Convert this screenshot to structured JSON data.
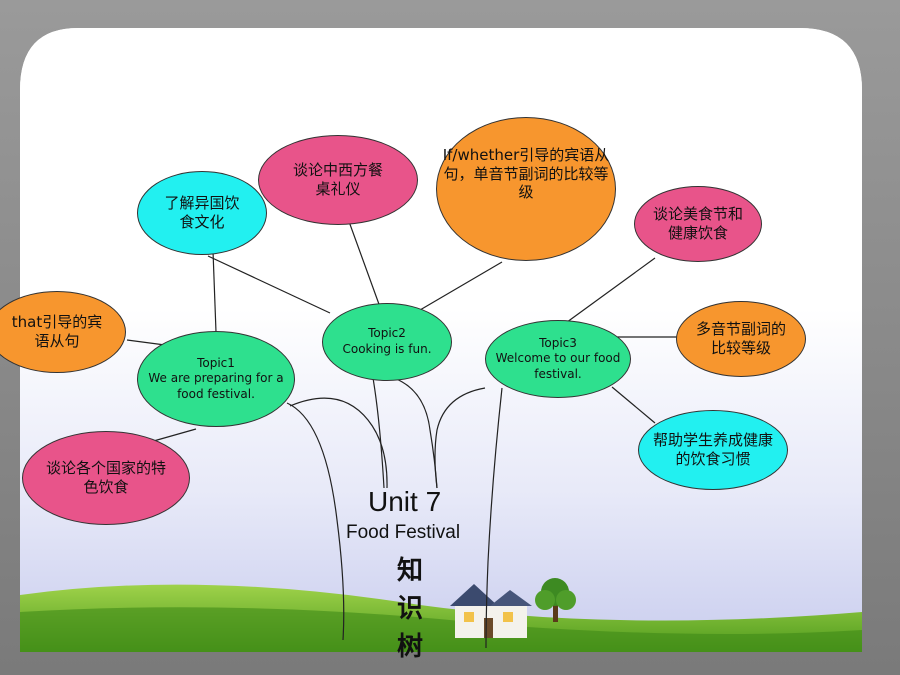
{
  "center": {
    "title": "Unit 7",
    "subtitle": "Food Festival",
    "vertical_chars": [
      "知",
      "识",
      "树"
    ]
  },
  "topics": {
    "topic1": {
      "label": "Topic1",
      "text": "We are preparing for a food festival."
    },
    "topic2": {
      "label": "Topic2",
      "text": "Cooking is fun."
    },
    "topic3": {
      "label": "Topic3",
      "text": "Welcome to our food festival."
    }
  },
  "leaves": {
    "that_clause": "that引导的宾语从句",
    "culture": "了解异国饮食文化",
    "etiquette": "谈论中西方餐桌礼仪",
    "whether_clause": "If/whether引导的宾语从句，单音节副词的比较等级",
    "food_health": "谈论美食节和健康饮食",
    "multi_syllable": "多音节副词的比较等级",
    "habits": "帮助学生养成健康的饮食习惯",
    "national_food": "谈论各个国家的特色饮食"
  },
  "colors": {
    "topic": "#2ee08e",
    "cyan": "#22f0f0",
    "pink": "#e8548a",
    "orange": "#f7962e"
  }
}
